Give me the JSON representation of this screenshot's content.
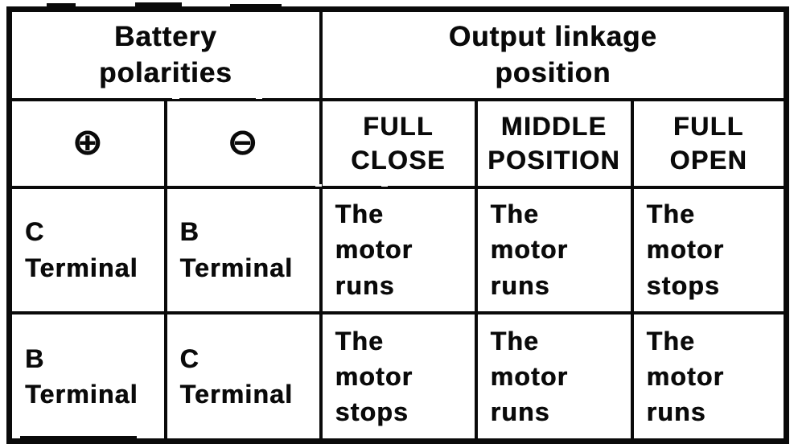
{
  "table": {
    "header_groups": [
      {
        "label": "Battery\npolarities"
      },
      {
        "label": "Output linkage\nposition"
      }
    ],
    "column_headers": {
      "positive_symbol": "⊕",
      "negative_symbol": "⊖",
      "full_close": "FULL\nCLOSE",
      "middle_position": "MIDDLE\nPOSITION",
      "full_open": "FULL\nOPEN"
    },
    "rows": [
      {
        "cells": [
          "C\nTerminal",
          "B\nTerminal",
          "The\nmotor\nruns",
          "The\nmotor\nruns",
          "The\nmotor\nstops"
        ]
      },
      {
        "cells": [
          "B\nTerminal",
          "C\nTerminal",
          "The\nmotor\nstops",
          "The\nmotor\nruns",
          "The\nmotor\nruns"
        ]
      }
    ]
  },
  "colors": {
    "ink": "#0a0a0a",
    "paper": "#ffffff"
  }
}
